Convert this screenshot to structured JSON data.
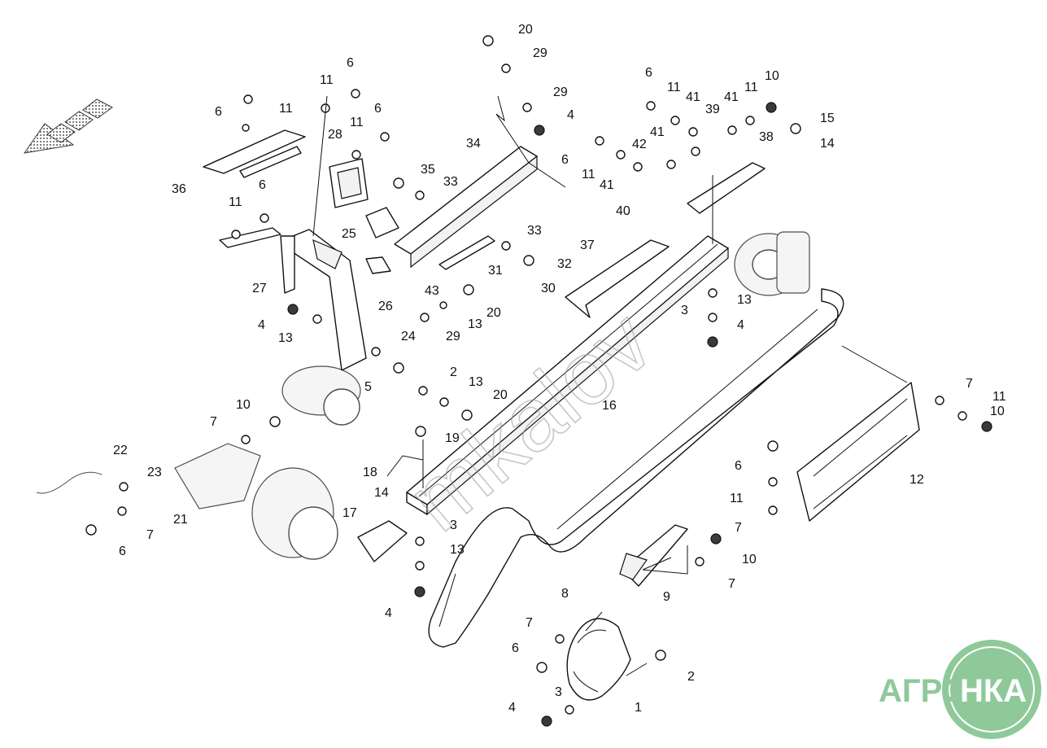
{
  "diagram": {
    "part_numbers": [
      "1",
      "2",
      "3",
      "4",
      "5",
      "6",
      "7",
      "8",
      "9",
      "10",
      "11",
      "12",
      "13",
      "14",
      "15",
      "16",
      "17",
      "18",
      "19",
      "20",
      "21",
      "22",
      "23",
      "24",
      "25",
      "26",
      "27",
      "28",
      "29",
      "30",
      "31",
      "32",
      "33",
      "34",
      "35",
      "36",
      "37",
      "38",
      "39",
      "40",
      "41",
      "42",
      "43"
    ]
  },
  "watermark": {
    "text": "mkalov"
  },
  "logo": {
    "left": "АГРО",
    "right": "НКА",
    "ring_color": "#8fc99a",
    "fill_color": "#8fc99a"
  },
  "colors": {
    "line": "#111111",
    "shade": "#6b6b6b",
    "background": "#ffffff"
  }
}
